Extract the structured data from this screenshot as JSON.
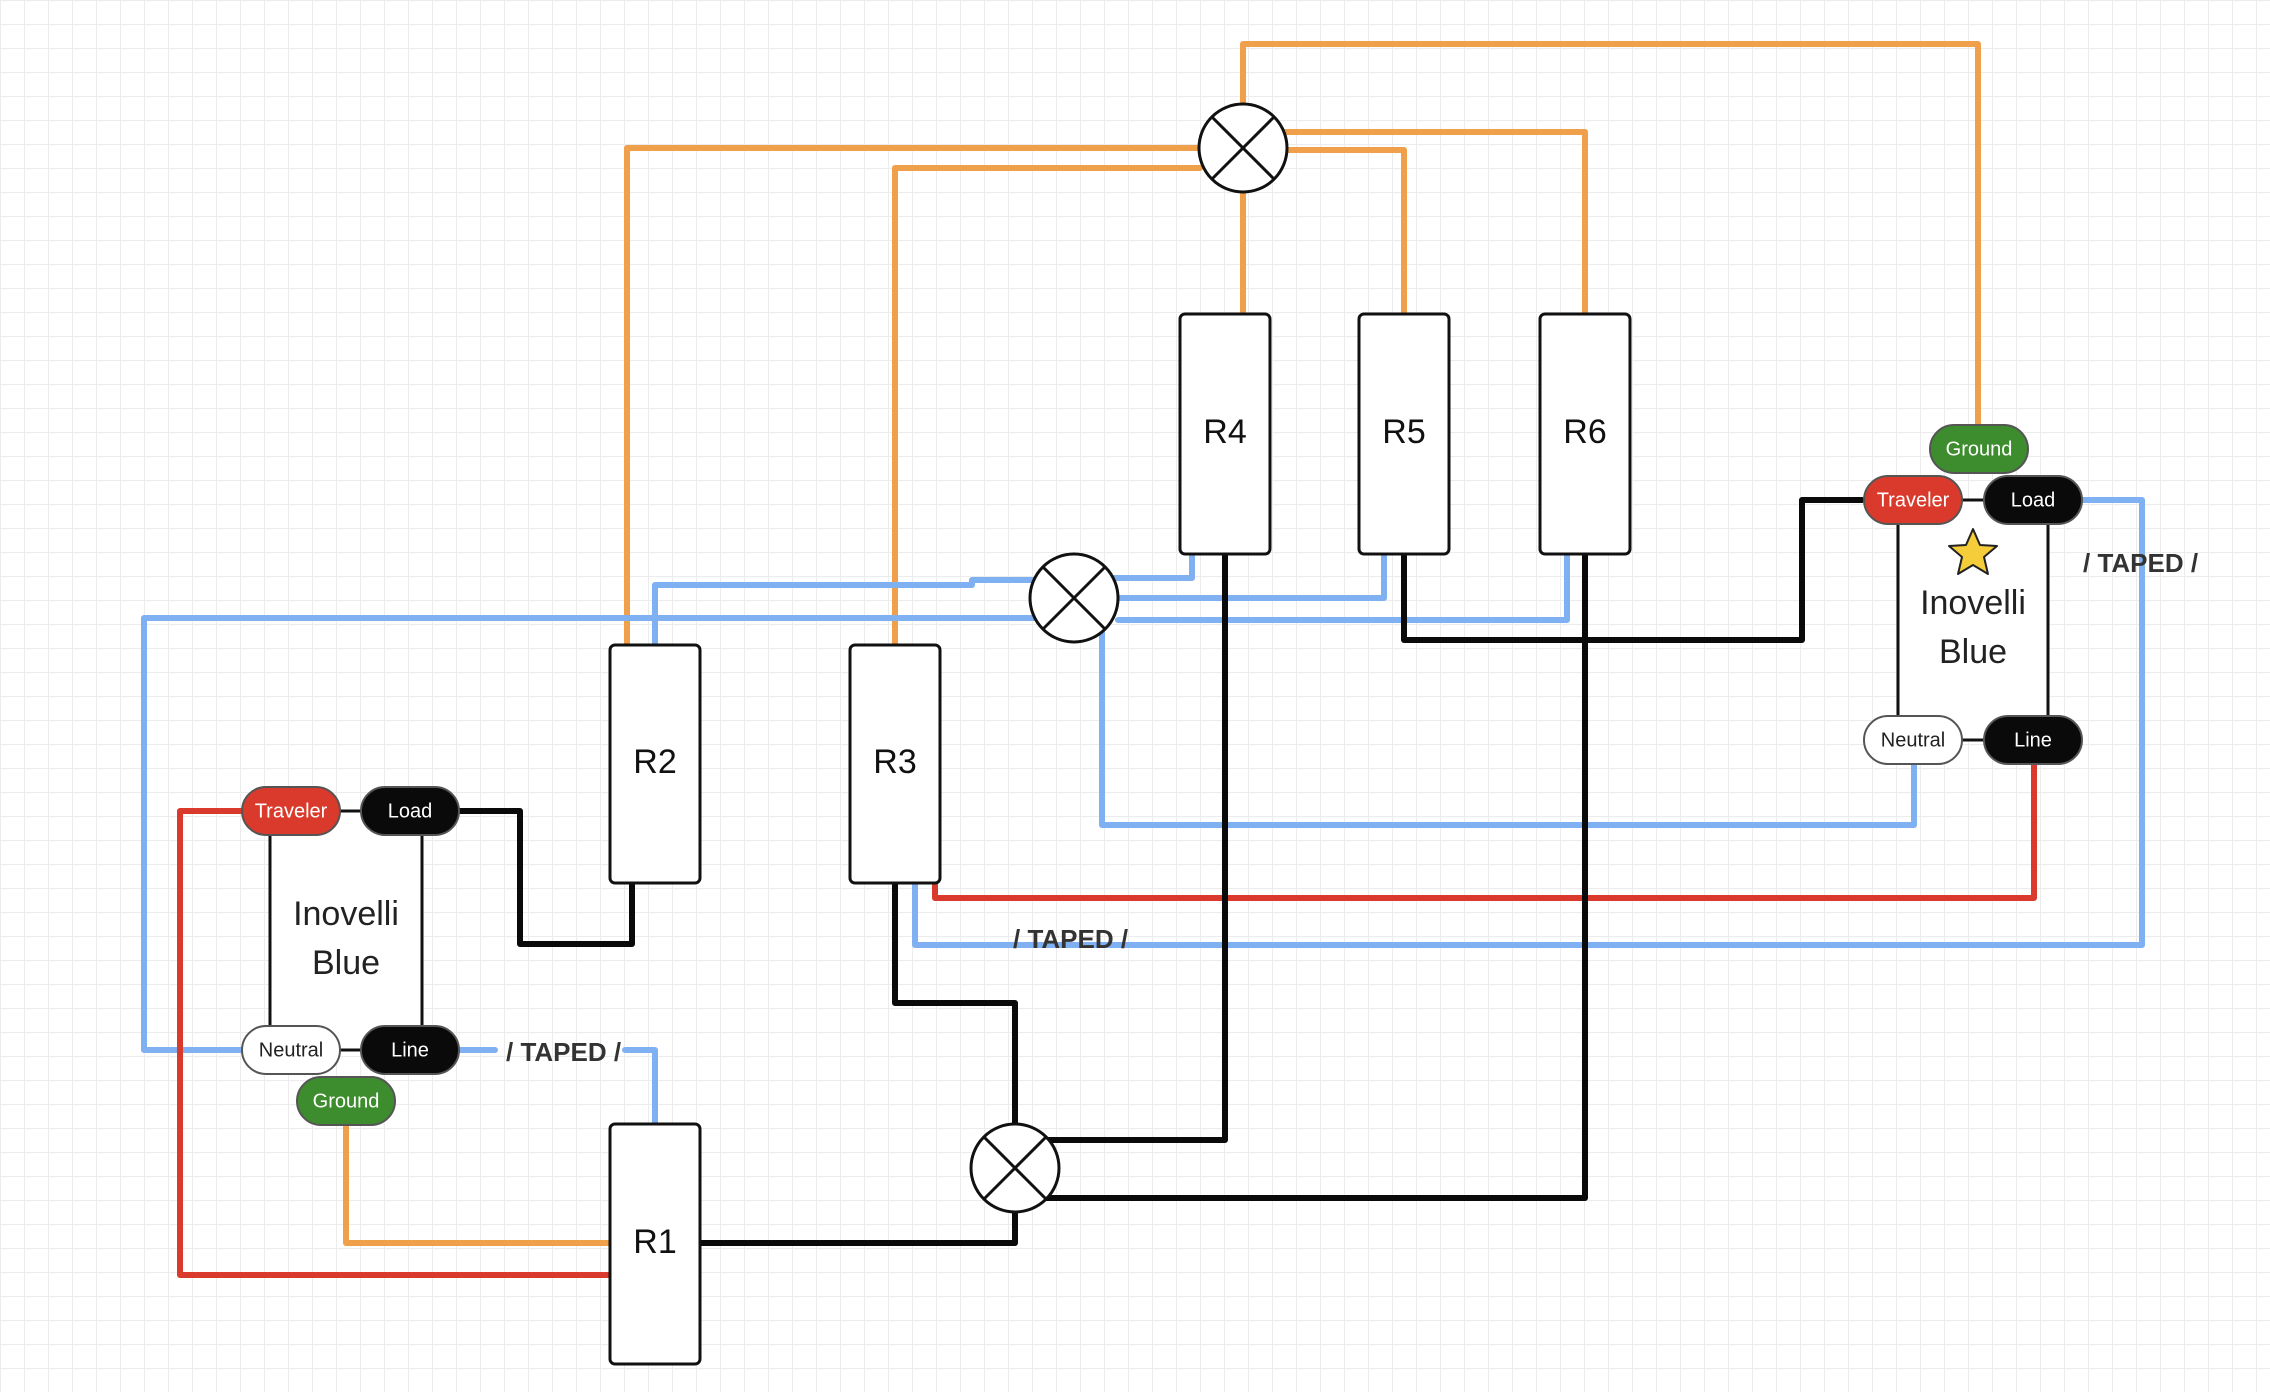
{
  "colors": {
    "orange": "#f0a04b",
    "blue": "#7eb0f2",
    "black": "#0a0a0a",
    "red": "#d93a2b",
    "green": "#3d8c2e",
    "traveler": "#d93a2b",
    "white": "#ffffff"
  },
  "relays": {
    "r1": "R1",
    "r2": "R2",
    "r3": "R3",
    "r4": "R4",
    "r5": "R5",
    "r6": "R6"
  },
  "left_switch": {
    "title_line1": "Inovelli",
    "title_line2": "Blue",
    "traveler": "Traveler",
    "load": "Load",
    "neutral": "Neutral",
    "line": "Line",
    "ground": "Ground"
  },
  "right_switch": {
    "title_line1": "Inovelli",
    "title_line2": "Blue",
    "traveler": "Traveler",
    "load": "Load",
    "neutral": "Neutral",
    "line": "Line",
    "ground": "Ground",
    "marker_icon": "star-icon"
  },
  "taped_labels": {
    "left": "/ TAPED /",
    "middle": "/ TAPED /",
    "right": "/ TAPED /"
  },
  "junctions": [
    "wire-nut-top",
    "wire-nut-middle",
    "wire-nut-bottom"
  ]
}
